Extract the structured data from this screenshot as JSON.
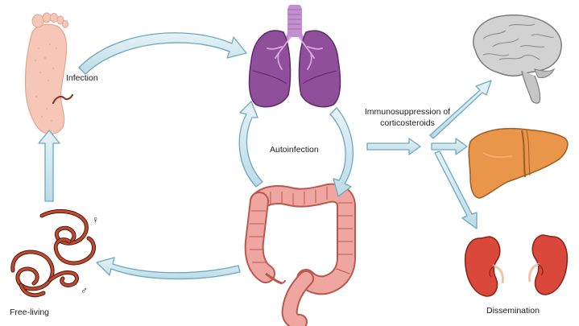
{
  "labels": {
    "infection": "Infection",
    "autoinfection": "Autoinfection",
    "immunosuppression_line1": "Immunosuppression of",
    "immunosuppression_line2": "corticosteroids",
    "free_living": "Free-living",
    "dissemination": "Dissemination",
    "female_symbol": "♀",
    "male_symbol": "♂"
  },
  "colors": {
    "arrow_fill": "#d7ecf1",
    "arrow_stroke": "#6ba9bf",
    "foot": "#f6c7b6",
    "foot_outline": "#e2a493",
    "lungs": "#8f4f9a",
    "lungs_dark": "#5e2a68",
    "trachea": "#c48fcf",
    "intestine": "#f0a6a0",
    "intestine_outline": "#b8594f",
    "brain": "#c6c6c6",
    "brain_outline": "#7d7d7d",
    "liver": "#e9954a",
    "liver_outline": "#9f5d24",
    "kidney": "#d9483a",
    "kidney_outline": "#8a2417",
    "worm": "#c04a2d",
    "worm_outline": "#4e1a10"
  }
}
